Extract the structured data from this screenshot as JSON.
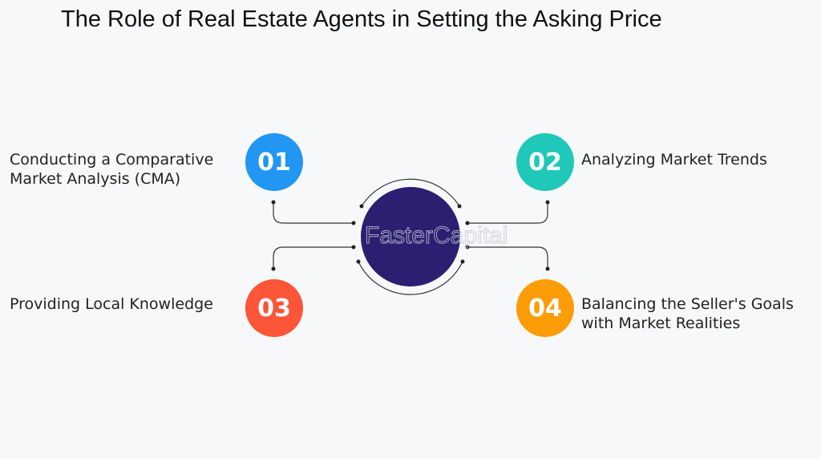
{
  "title": "The Role of Real Estate Agents in Setting the Asking Price",
  "watermark": "FasterCapital",
  "items": [
    {
      "number": "01",
      "lines": [
        "Conducting a Comparative",
        "Market Analysis (CMA)"
      ],
      "color": "#2196f3"
    },
    {
      "number": "02",
      "lines": [
        "Analyzing Market Trends"
      ],
      "color": "#1fc8b8"
    },
    {
      "number": "03",
      "lines": [
        "Providing Local Knowledge"
      ],
      "color": "#fc5538"
    },
    {
      "number": "04",
      "lines": [
        "Balancing the Seller's Goals",
        "with Market Realities"
      ],
      "color": "#fc9d08"
    }
  ],
  "center_color": "#2c1f72"
}
